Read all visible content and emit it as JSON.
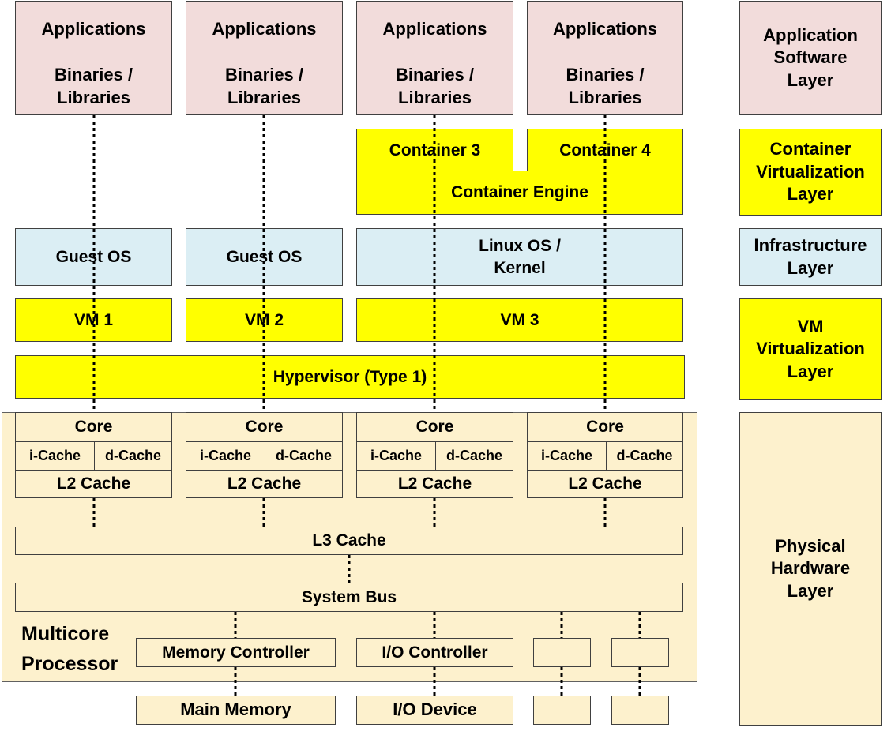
{
  "apps": {
    "col1": {
      "applications": "Applications",
      "binaries_libraries": "Binaries / Libraries"
    },
    "col2": {
      "applications": "Applications",
      "binaries_libraries": "Binaries / Libraries"
    },
    "col3": {
      "applications": "Applications",
      "binaries_libraries": "Binaries / Libraries"
    },
    "col4": {
      "applications": "Applications",
      "binaries_libraries": "Binaries / Libraries"
    }
  },
  "containers": {
    "container3": "Container 3",
    "container4": "Container 4",
    "engine": "Container Engine"
  },
  "os": {
    "guest_os_1": "Guest OS",
    "guest_os_2": "Guest OS",
    "linux": "Linux OS / Kernel"
  },
  "vms": {
    "vm1": "VM 1",
    "vm2": "VM 2",
    "vm3": "VM 3",
    "hypervisor": "Hypervisor (Type 1)"
  },
  "cores": [
    {
      "core": "Core",
      "icache": "i-Cache",
      "dcache": "d-Cache",
      "l2": "L2 Cache"
    },
    {
      "core": "Core",
      "icache": "i-Cache",
      "dcache": "d-Cache",
      "l2": "L2 Cache"
    },
    {
      "core": "Core",
      "icache": "i-Cache",
      "dcache": "d-Cache",
      "l2": "L2 Cache"
    },
    {
      "core": "Core",
      "icache": "i-Cache",
      "dcache": "d-Cache",
      "l2": "L2 Cache"
    }
  ],
  "hardware": {
    "l3": "L3 Cache",
    "system_bus": "System Bus",
    "processor_label": "Multicore Processor",
    "memory_controller": "Memory Controller",
    "io_controller": "I/O Controller",
    "main_memory": "Main Memory",
    "io_device": "I/O Device"
  },
  "layers": {
    "app_software": "Application Software Layer",
    "container_virt": "Container Virtualization Layer",
    "infrastructure": "Infrastructure Layer",
    "vm_virt": "VM Virtualization Layer",
    "physical_hw": "Physical Hardware Layer"
  },
  "colors": {
    "application": "#f2dcdb",
    "virtualization": "#ffff00",
    "infrastructure": "#dbeef4",
    "hardware": "#fdf1cd",
    "border": "#404040"
  }
}
